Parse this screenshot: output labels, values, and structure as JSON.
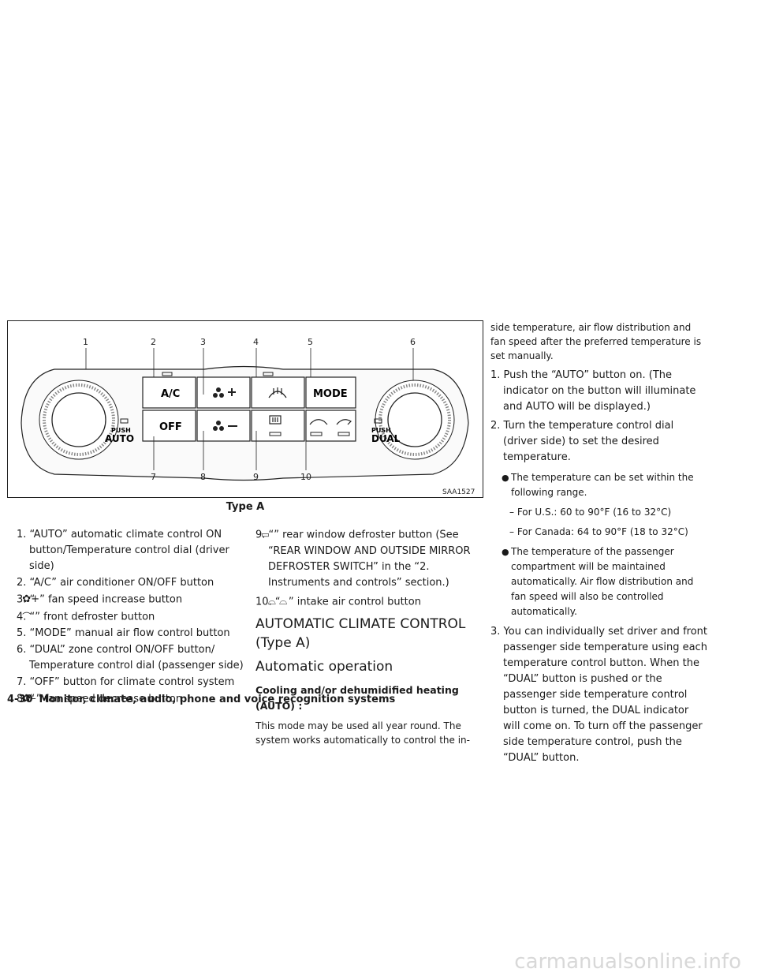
{
  "figure": {
    "callouts": [
      "1",
      "2",
      "3",
      "4",
      "5",
      "6",
      "7",
      "8",
      "9",
      "10"
    ],
    "buttons": {
      "ac": "A/C",
      "mode": "MODE",
      "off": "OFF"
    },
    "push_left": "PUSH",
    "auto": "AUTO",
    "push_right": "PUSH",
    "dual": "DUAL",
    "code": "SAA1527",
    "caption": "Type A"
  },
  "list_left": [
    {
      "num": "1.",
      "text": "“AUTO” automatic climate control ON button/Temperature control dial (driver side)"
    },
    {
      "num": "2.",
      "text": "“A/C” air conditioner ON/OFF button"
    },
    {
      "num": "3.",
      "pre": "“",
      "post": "” fan speed increase button"
    },
    {
      "num": "4.",
      "pre": "“",
      "post": "” front defroster button"
    },
    {
      "num": "5.",
      "text": "“MODE” manual air flow control button"
    },
    {
      "num": "6.",
      "text": "“DUAL” zone control ON/OFF button/ Temperature control dial (passenger side)"
    },
    {
      "num": "7.",
      "text": "“OFF” button for climate control system"
    },
    {
      "num": "8.",
      "pre": "“",
      "post": "” fan speed decrease button"
    }
  ],
  "list_mid": [
    {
      "num": "9.",
      "pre": "“",
      "post": "” rear window defroster button (See “REAR WINDOW AND OUTSIDE MIRROR DEFROSTER SWITCH” in the “2. Instruments and controls” section.)"
    },
    {
      "num": "10.",
      "pre": "“",
      "post": "” intake air control button"
    }
  ],
  "heading1": "AUTOMATIC CLIMATE CONTROL (Type A)",
  "heading2": "Automatic operation",
  "heading3": "Cooling and/or dehumidified heating (AUTO) :",
  "para1": "This mode may be used all year round. The system works automatically to control the in-",
  "para1_cont": "side temperature, air flow distribution and fan speed after the preferred temperature is set manually.",
  "steps": [
    {
      "num": "1.",
      "text": "Push the “AUTO” button on. (The indicator on the button will illuminate and AUTO will be displayed.)"
    },
    {
      "num": "2.",
      "text": "Turn the temperature control dial (driver side) to set the desired temperature."
    },
    {
      "num": "3.",
      "text": "You can individually set driver and front passenger side temperature using each temperature control button. When the “DUAL” button is pushed or the passenger side temperature control button is turned, the DUAL indicator will come on. To turn off the passenger side temperature control, push the “DUAL” button."
    }
  ],
  "bullets": [
    "The temperature can be set within the following range.",
    "The temperature of the passenger compartment will be maintained automatically. Air flow distribution and fan speed will also be controlled automatically."
  ],
  "ranges": [
    "– For U.S.: 60 to 90°F (16 to 32°C)",
    "– For Canada: 64 to 90°F (18 to 32°C)"
  ],
  "footer": {
    "page": "4-30",
    "title": "Monitor, climate, audio, phone and voice recognition systems"
  },
  "watermark": "carmanualsonline.info"
}
